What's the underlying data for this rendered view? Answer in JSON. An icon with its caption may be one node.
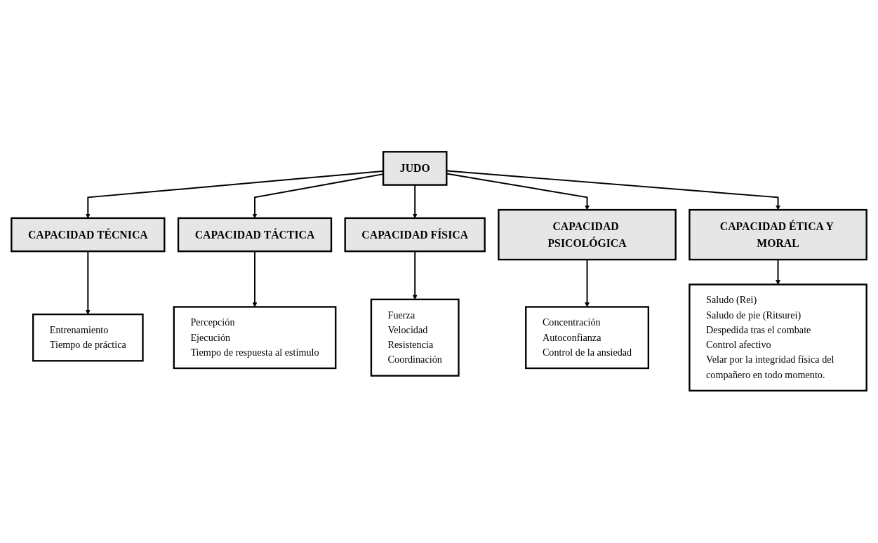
{
  "diagram": {
    "nodes": [
      {
        "text": [
          "JUDO"
        ]
      },
      {
        "text": [
          "CAPACIDAD TÉCNICA"
        ]
      },
      {
        "text": [
          "Entrenamiento",
          "Tiempo de práctica"
        ]
      },
      {
        "text": [
          "CAPACIDAD FÍSICA"
        ]
      },
      {
        "text": [
          "Fuerza",
          "Velocidad",
          "Resistencia",
          "Coordinación"
        ]
      },
      {
        "text": [
          "CAPACIDAD TÁCTICA"
        ]
      },
      {
        "text": [
          "Percepción",
          "Ejecución",
          "Tiempo de respuesta al estímulo"
        ]
      },
      {
        "text": [
          "CAPACIDAD PSICOLÓGICA"
        ]
      },
      {
        "text": [
          "Concentración",
          "Autoconfianza",
          "Control de la ansiedad"
        ]
      },
      {
        "text": [
          "CAPACIDAD ÉTICA Y MORAL"
        ]
      },
      {
        "text": [
          "Saludo (Rei)",
          "Saludo de pie (Ritsurei)",
          "Despedida tras el combate",
          "Control afectivo",
          "Velar por la integridad física del compañero en todo momento."
        ]
      }
    ],
    "edges": [
      {
        "from": 0,
        "to": 1,
        "arrow": "to"
      },
      {
        "from": 1,
        "to": 2,
        "arrow": "to"
      },
      {
        "from": 0,
        "to": 5,
        "arrow": "to"
      },
      {
        "from": 5,
        "to": 6,
        "arrow": "to"
      },
      {
        "from": 0,
        "to": 3,
        "arrow": "to"
      },
      {
        "from": 3,
        "to": 4,
        "arrow": "to"
      },
      {
        "from": 0,
        "to": 7,
        "arrow": "to"
      },
      {
        "from": 7,
        "to": 8,
        "arrow": "to"
      },
      {
        "from": 0,
        "to": 9,
        "arrow": "to"
      },
      {
        "from": 9,
        "to": 10,
        "arrow": "to"
      }
    ]
  }
}
